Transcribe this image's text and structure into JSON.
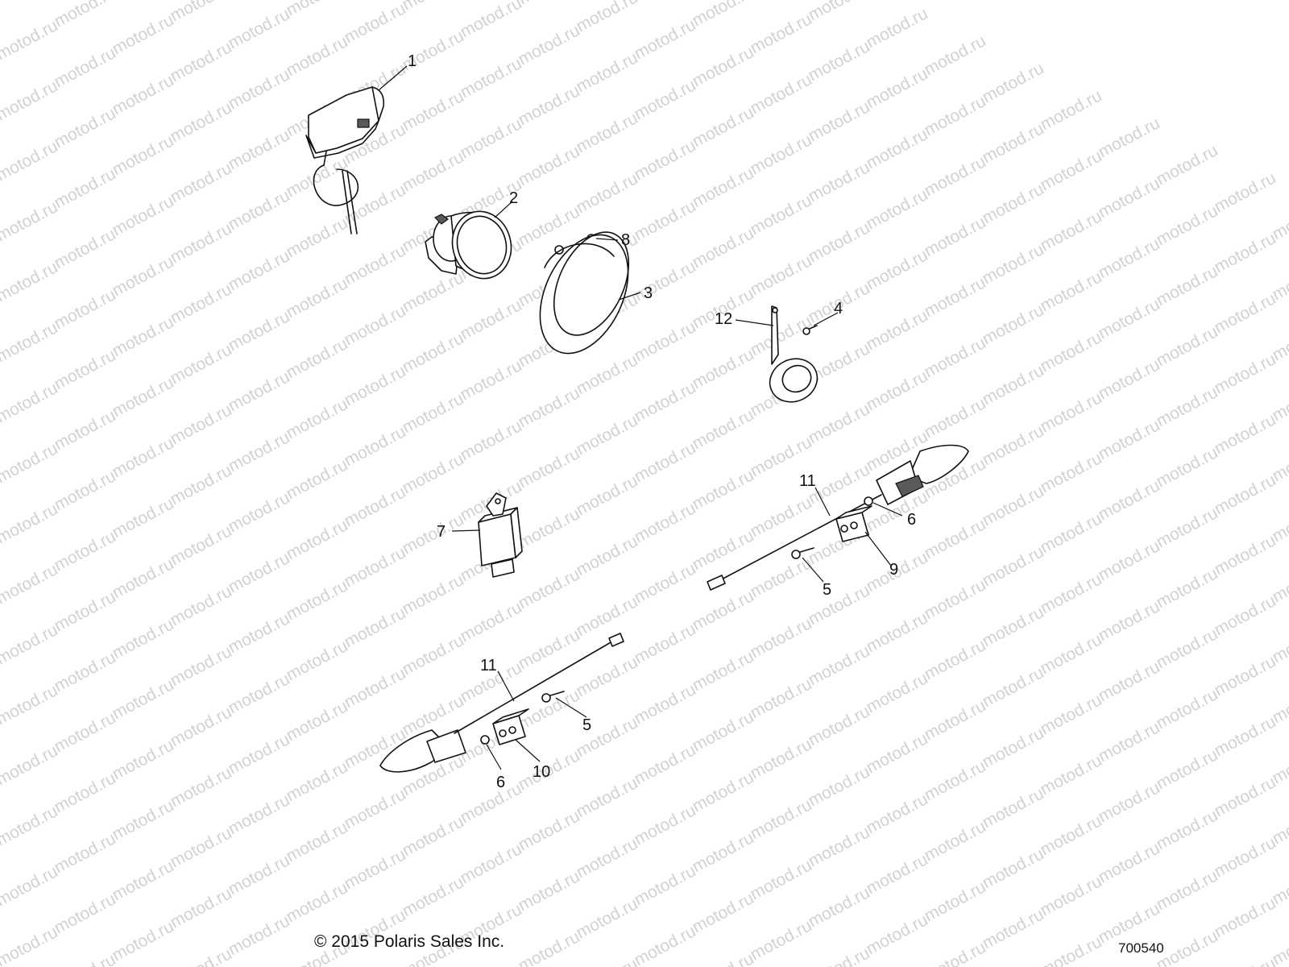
{
  "watermark": "motod.ru",
  "callouts": [
    "1",
    "2",
    "8",
    "3",
    "4",
    "12",
    "7",
    "11",
    "6",
    "9",
    "5",
    "11",
    "5",
    "6",
    "10"
  ],
  "footer": {
    "copyright": "© 2015 Polaris Sales Inc.",
    "drawing_number": "700540"
  }
}
